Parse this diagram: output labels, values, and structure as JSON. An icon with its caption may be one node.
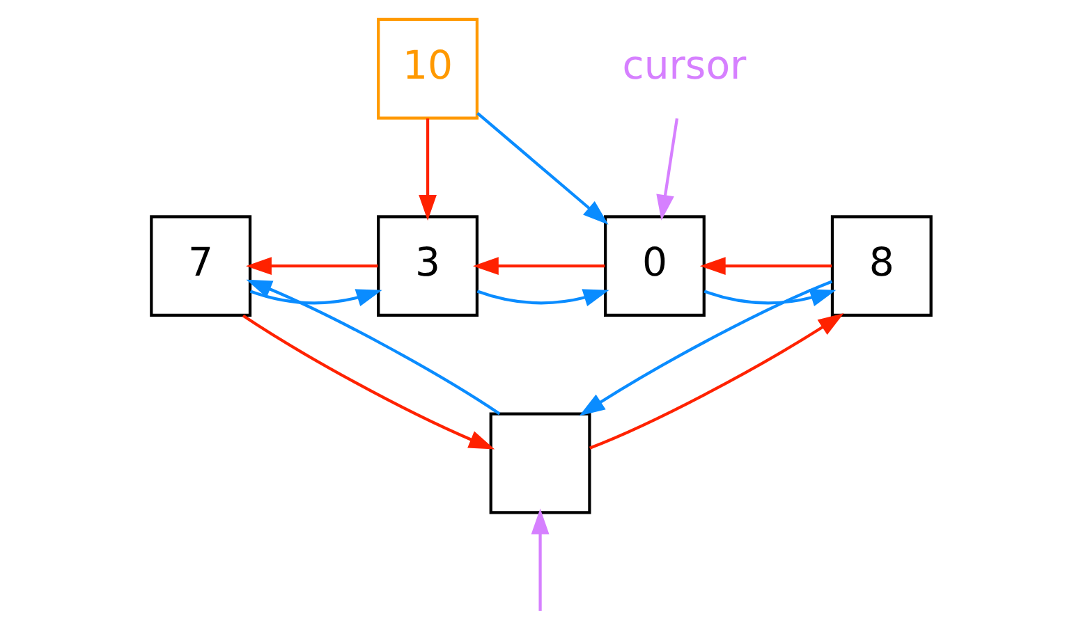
{
  "diagram": {
    "nodes": [
      {
        "text": [
          "10"
        ]
      },
      {
        "text": [
          "cursor"
        ]
      },
      {
        "text": [
          "7"
        ]
      },
      {
        "text": [
          "3"
        ]
      },
      {
        "text": [
          "0"
        ]
      },
      {
        "text": [
          "8"
        ]
      },
      {
        "text": [],
        "shape": "box"
      }
    ],
    "edges": [
      {
        "from": 0,
        "to": 3,
        "arrow": "to",
        "color": "#ff2200"
      },
      {
        "from": 0,
        "to": 4,
        "arrow": "to",
        "color": "#0a8cff"
      },
      {
        "from": 1,
        "to": 4,
        "arrow": "to",
        "color": "#d680ff"
      },
      {
        "from": 2,
        "to": 3,
        "arrow": "to",
        "color": "#0a8cff"
      },
      {
        "from": 3,
        "to": 2,
        "arrow": "to",
        "color": "#ff2200"
      },
      {
        "from": 3,
        "to": 4,
        "arrow": "to",
        "color": "#0a8cff"
      },
      {
        "from": 4,
        "to": 3,
        "arrow": "to",
        "color": "#ff2200"
      },
      {
        "from": 4,
        "to": 5,
        "arrow": "to",
        "color": "#0a8cff"
      },
      {
        "from": 5,
        "to": 4,
        "arrow": "to",
        "color": "#ff2200"
      },
      {
        "from": 5,
        "to": 6,
        "arrow": "to",
        "color": "#0a8cff"
      },
      {
        "from": 6,
        "to": 2,
        "arrow": "to",
        "color": "#0a8cff"
      },
      {
        "from": 2,
        "to": 6,
        "arrow": "to",
        "color": "#ff2200"
      },
      {
        "from": 6,
        "to": 5,
        "arrow": "to",
        "color": "#ff2200"
      },
      {
        "from": null,
        "to": 6,
        "arrow": "to",
        "color": "#d680ff"
      }
    ]
  }
}
